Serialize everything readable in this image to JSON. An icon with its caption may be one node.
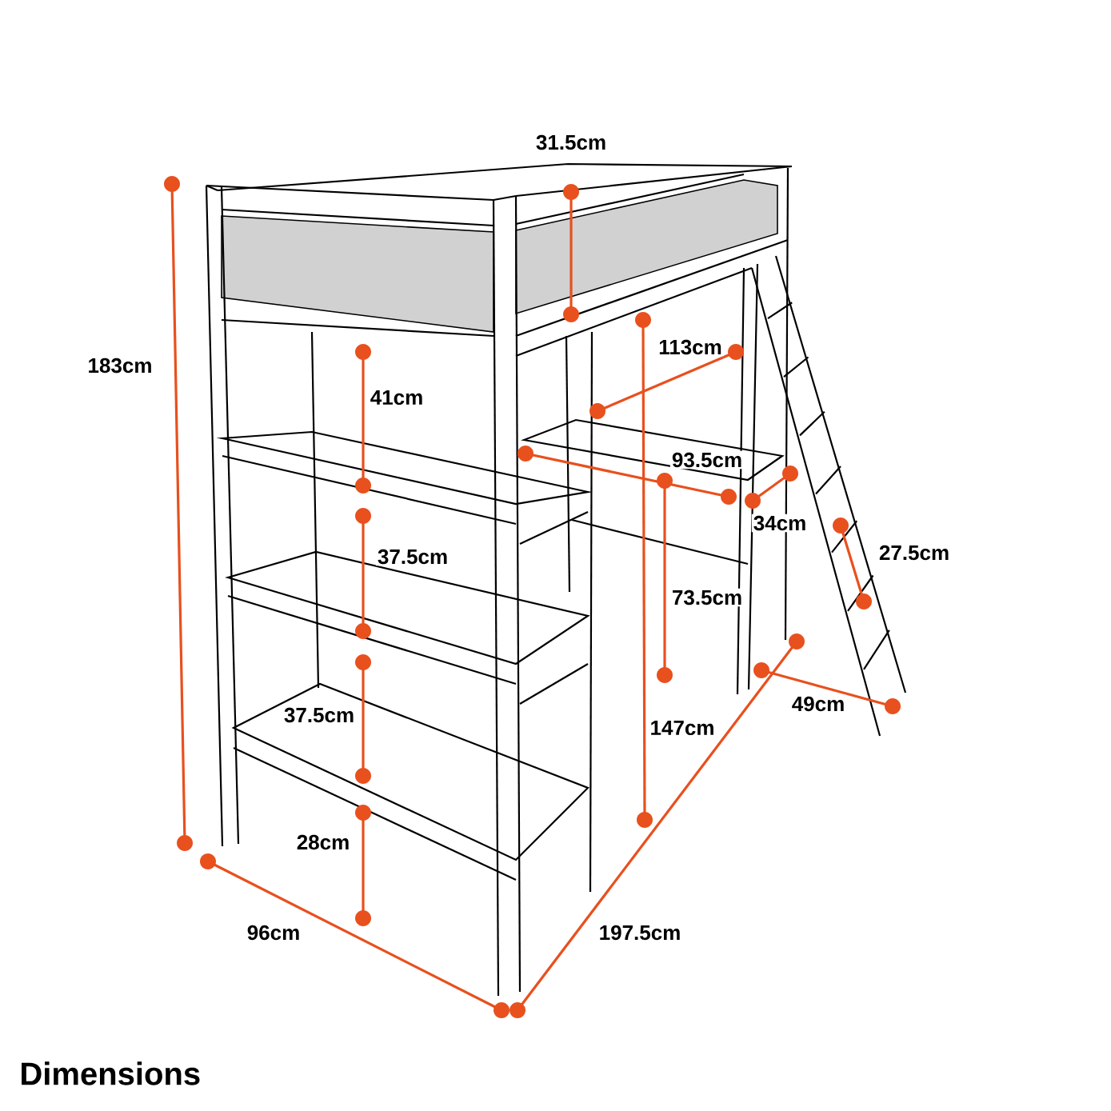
{
  "diagram": {
    "title": "Dimensions",
    "labels": [
      "31.5cm",
      "183cm",
      "113cm",
      "41cm",
      "93.5cm",
      "34cm",
      "37.5cm",
      "27.5cm",
      "73.5cm",
      "37.5cm",
      "49cm",
      "147cm",
      "28cm",
      "96cm",
      "197.5cm"
    ]
  }
}
